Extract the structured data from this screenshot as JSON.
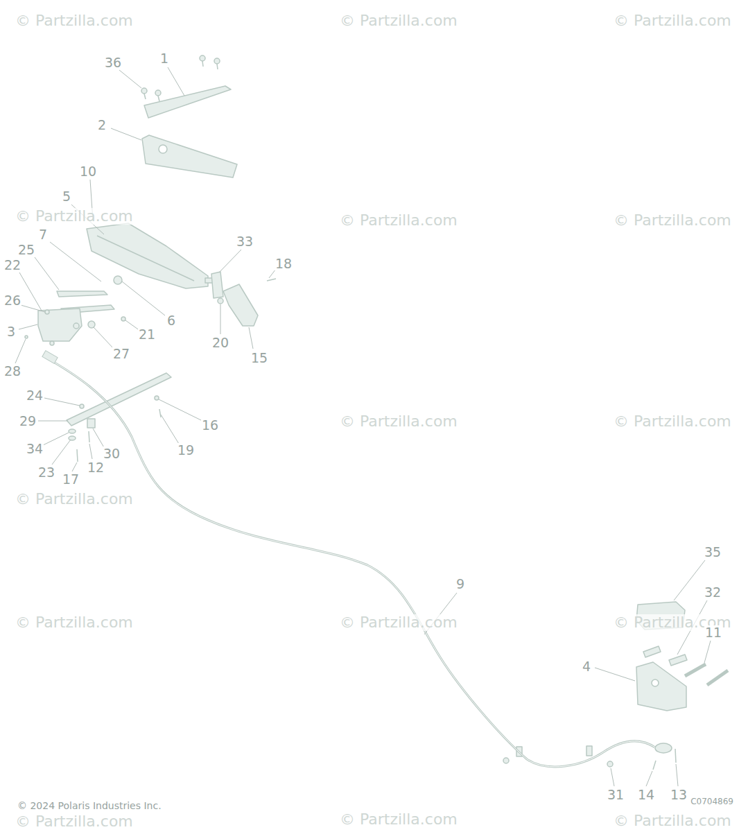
{
  "diagram": {
    "labels": [
      "© Partzilla.com",
      "© Partzilla.com",
      "© Partzilla.com",
      "© Partzilla.com",
      "© Partzilla.com",
      "© Partzilla.com",
      "© Partzilla.com",
      "© Partzilla.com",
      "© Partzilla.com",
      "© Partzilla.com",
      "© Partzilla.com",
      "© Partzilla.com",
      "© Partzilla.com",
      "© Partzilla.com",
      "© Partzilla.com",
      "36",
      "1",
      "2",
      "10",
      "5",
      "7",
      "25",
      "33",
      "18",
      "22",
      "26",
      "6",
      "21",
      "3",
      "27",
      "20",
      "15",
      "28",
      "24",
      "29",
      "16",
      "19",
      "34",
      "30",
      "12",
      "23",
      "17",
      "35",
      "32",
      "9",
      "11",
      "4",
      "31",
      "14",
      "13",
      "© 2024 Polaris Industries Inc.",
      "C0704869"
    ]
  }
}
